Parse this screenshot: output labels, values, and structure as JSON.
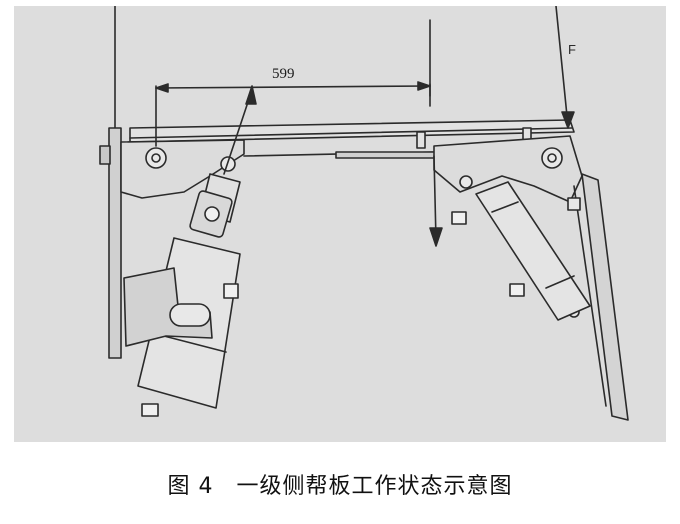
{
  "figure": {
    "dimension_label": "599",
    "force_label": "F",
    "caption": "图 4　一级侧帮板工作状态示意图"
  },
  "colors": {
    "photo_background": "#d9d9d9",
    "line": "#2b2b2b"
  }
}
